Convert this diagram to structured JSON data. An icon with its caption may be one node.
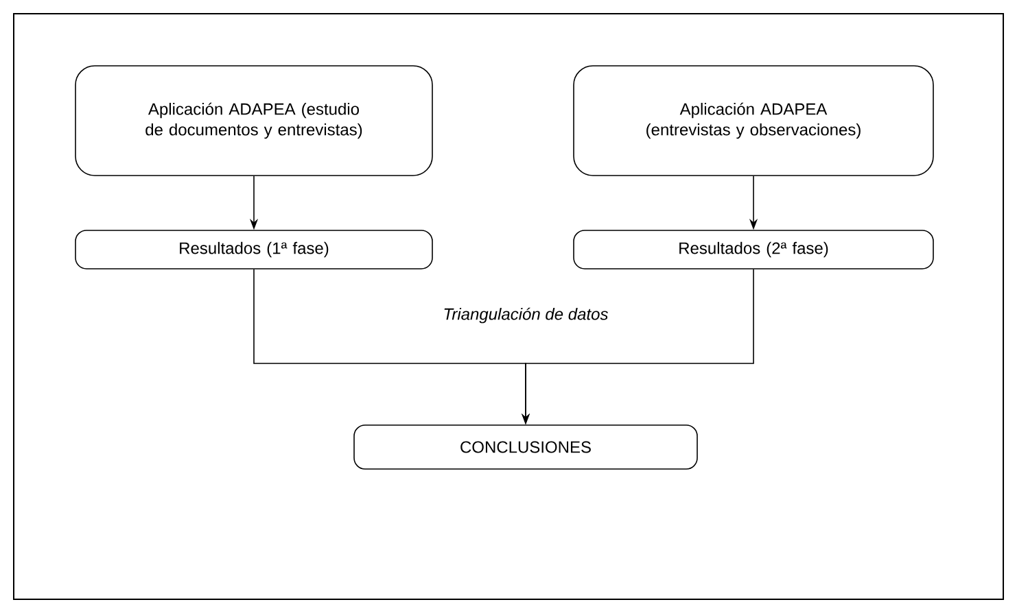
{
  "diagram": {
    "nodes": [
      {
        "text": [
          "Aplicación ADAPEA (estudio de documentos y entrevistas)"
        ]
      },
      {
        "text": [
          "Aplicación ADAPEA (entrevistas y observaciones)"
        ]
      },
      {
        "text": [
          "Resultados (1ª fase)"
        ]
      },
      {
        "text": [
          "Resultados (2ª fase)"
        ]
      },
      {
        "text": [
          "CONCLUSIONES"
        ]
      }
    ],
    "edges": [
      {
        "from": 0,
        "to": 2,
        "arrow": "to"
      },
      {
        "from": 1,
        "to": 3,
        "arrow": "to"
      },
      {
        "from": 2,
        "to": 4,
        "arrow": "to",
        "label": "Triangulación de datos"
      },
      {
        "from": 3,
        "to": 4,
        "arrow": "to"
      }
    ]
  }
}
